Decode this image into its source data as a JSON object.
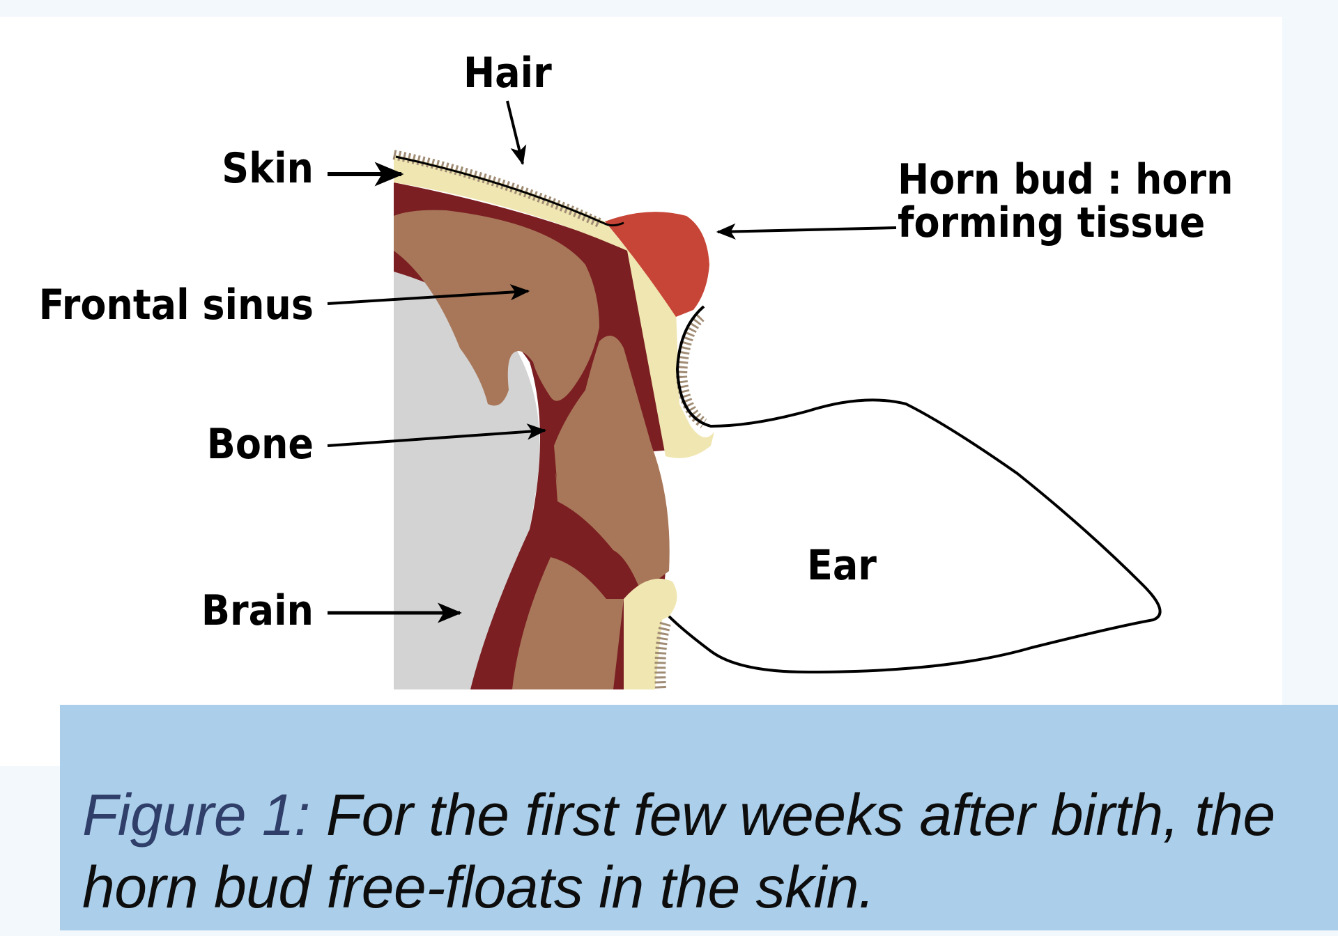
{
  "labels": {
    "hair": "Hair",
    "skin": "Skin",
    "horn_bud_line1": "Horn bud : horn",
    "horn_bud_line2": "forming tissue",
    "frontal_sinus": "Frontal sinus",
    "bone": "Bone",
    "brain": "Brain",
    "ear": "Ear"
  },
  "caption": {
    "prefix": "Figure 1:",
    "text": " For the first few weeks after birth, the horn bud free-floats in the skin."
  },
  "colors": {
    "skin": "#f0e6b1",
    "bone": "#7b1f22",
    "sinus": "#a87759",
    "brain": "#d3d3d3",
    "horn_bud": "#c74537",
    "hair": "#a08c74",
    "caption_band": "#abcfea"
  }
}
